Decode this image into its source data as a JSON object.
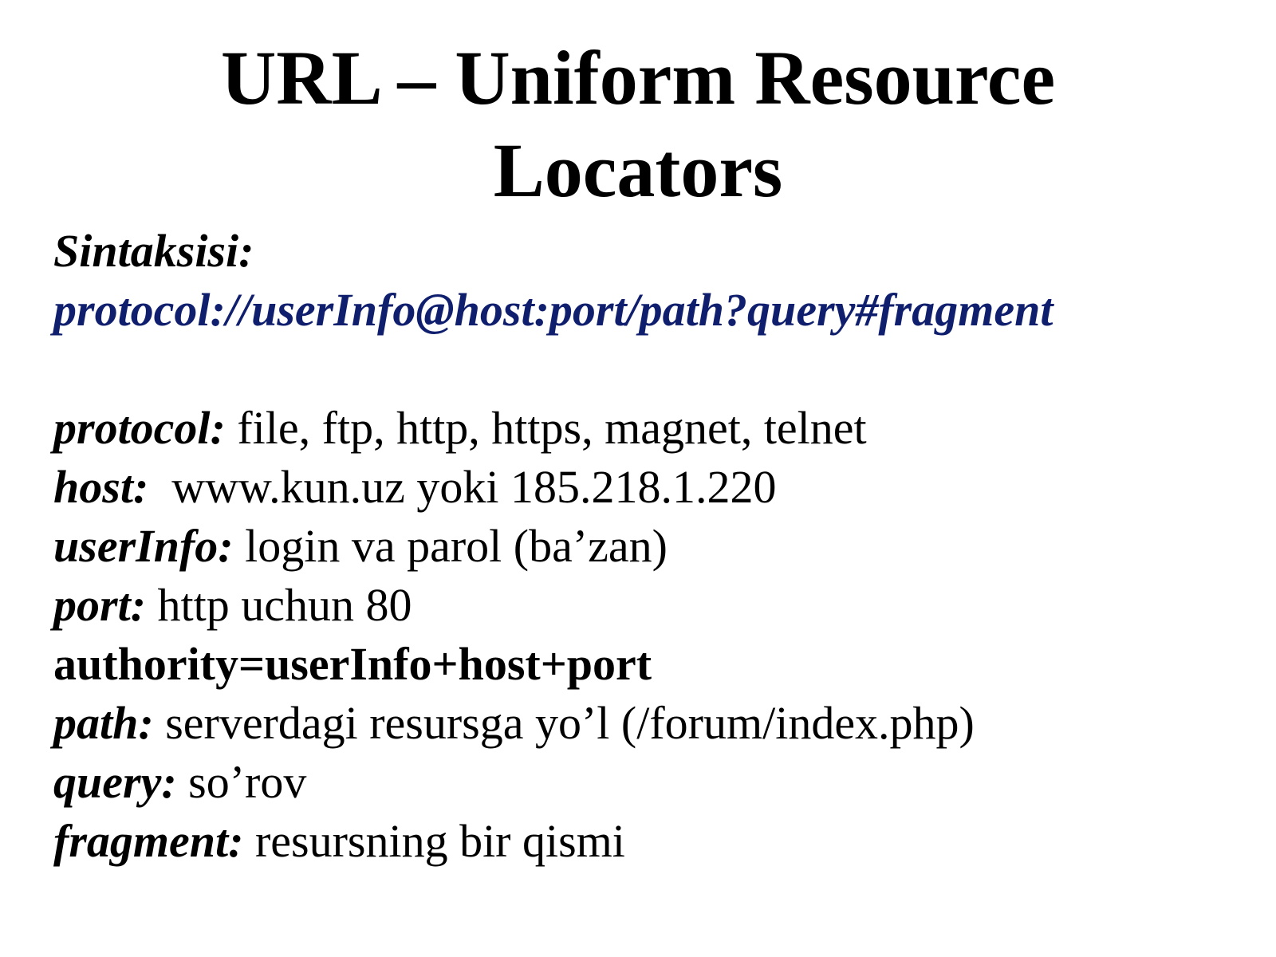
{
  "title": {
    "line1": "URL – Uniform Resource",
    "line2": "Locators"
  },
  "syntax": {
    "label": "Sintaksisi:",
    "pattern": "protocol://userInfo@host:port/path?query#fragment",
    "pattern_color": "#0f1f6e"
  },
  "definitions": [
    {
      "term": "protocol:",
      "text": " file, ftp, http, https, magnet, telnet"
    },
    {
      "term": "host:",
      "text": "  www.kun.uz yoki 185.218.1.220"
    },
    {
      "term": "userInfo:",
      "text": " login va parol (ba’zan)"
    },
    {
      "term": "port:",
      "text": " http uchun 80"
    },
    {
      "formula": "authority=userInfo+host+port"
    },
    {
      "term": "path:",
      "text": " serverdagi resursga yo’l (/forum/index.php)"
    },
    {
      "term": "query:",
      "text": " so’rov"
    },
    {
      "term": "fragment:",
      "text": " resursning bir qismi"
    }
  ]
}
